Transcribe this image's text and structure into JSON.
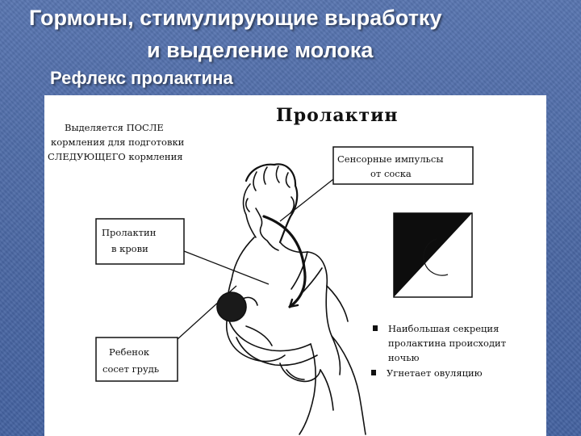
{
  "slide": {
    "title_line1": "Гормоны, стимулирующие выработку",
    "title_line2": "и выделение молока",
    "subtitle": "Рефлекс пролактина"
  },
  "figure": {
    "heading": "Пролактин",
    "after_feeding": [
      "Выделяется ПОСЛЕ",
      "кормления для подготовки",
      "СЛЕДУЮЩЕГО кормления"
    ],
    "sensory": [
      "Сенсорные импульсы",
      "от соска"
    ],
    "blood": [
      "Пролактин",
      "в крови"
    ],
    "baby": [
      "Ребенок",
      "сосет грудь"
    ],
    "notes": [
      [
        "Наибольшая секреция",
        "пролактина происходит",
        "ночью"
      ],
      [
        "Угнетает овуляцию"
      ]
    ]
  }
}
